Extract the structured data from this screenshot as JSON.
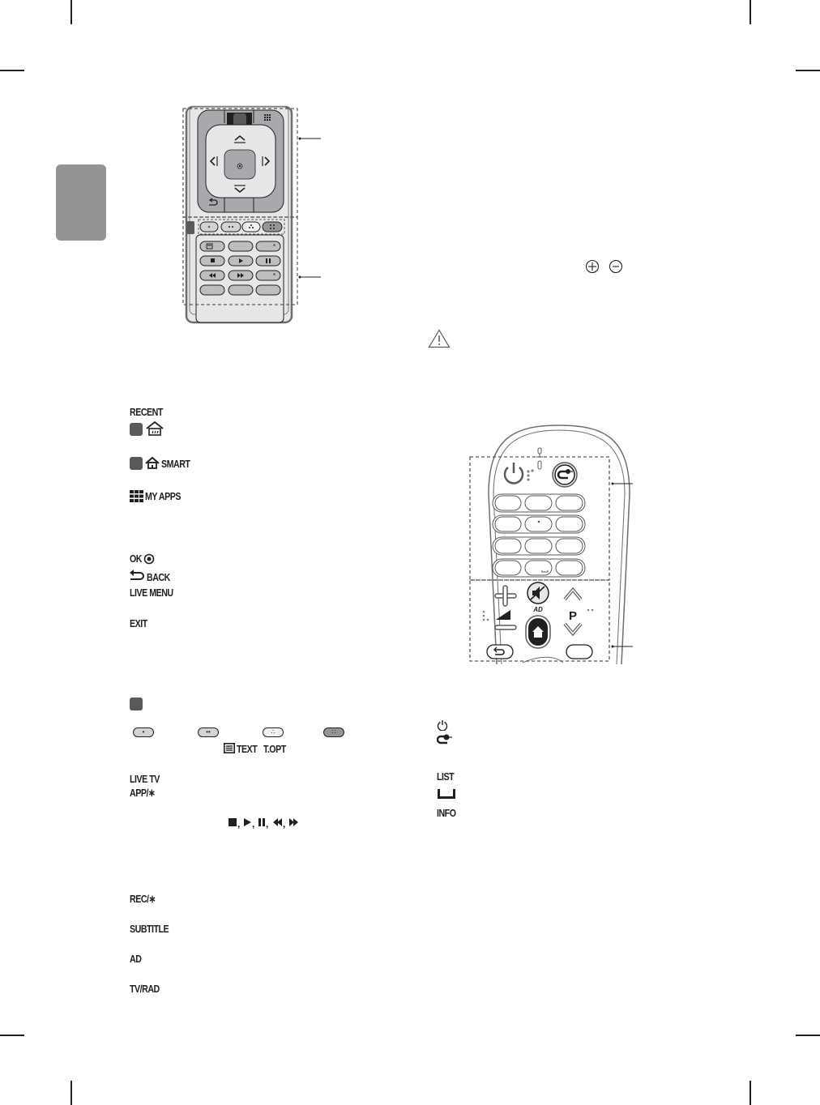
{
  "page": {
    "crop_marks": true,
    "section_tab_color": "#939393"
  },
  "figure1": {
    "name": "standard-remote-diagram",
    "callouts": 2
  },
  "left_column": {
    "recent": "RECENT",
    "smart": "SMART",
    "my_apps": "MY APPS",
    "ok": "OK",
    "back": "BACK",
    "live_menu": "LIVE MENU",
    "exit": "EXIT",
    "text": "TEXT",
    "t_opt": "T.OPT",
    "live_tv": "LIVE TV",
    "app": "APP/∗",
    "playback_symbols": "■, ▶, ❙❙, ◀◀, ▶▶",
    "rec": "REC/∗",
    "subtitle": "SUBTITLE",
    "ad": "AD",
    "tv_rad": "TV/RAD"
  },
  "color_buttons": [
    {
      "dots": "•",
      "style": "gray"
    },
    {
      "dots": "••",
      "style": "gray"
    },
    {
      "dots": "∴",
      "style": "light"
    },
    {
      "dots": "∷",
      "style": "dark"
    }
  ],
  "right_column": {
    "battery_symbols": [
      "plus-circle",
      "minus-circle"
    ],
    "warning_icon": "warning-triangle",
    "list": "LIST",
    "space_symbol": "␣",
    "info": "INFO"
  },
  "figure2": {
    "name": "magic-remote-diagram",
    "ad_label": "AD",
    "p_label": "P",
    "callouts": 2
  }
}
